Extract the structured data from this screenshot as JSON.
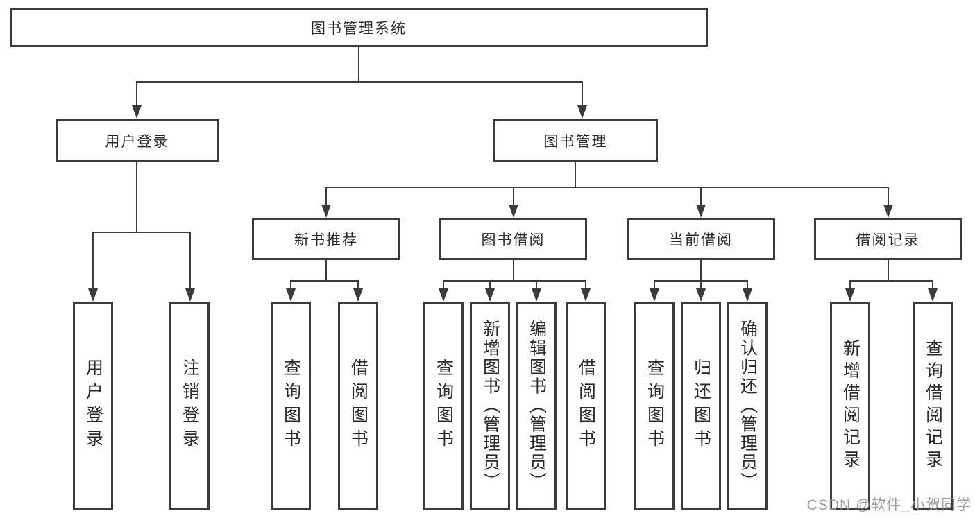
{
  "diagram": {
    "type": "hierarchy-tree",
    "colors": {
      "line": "#3b3b3b",
      "text": "#2a2a2a",
      "background": "#ffffff",
      "watermark": "#949494"
    },
    "tree": {
      "root": {
        "label": "图书管理系统",
        "children": [
          {
            "label": "用户登录",
            "children": [
              {
                "label": "用户登录"
              },
              {
                "label": "注销登录"
              }
            ]
          },
          {
            "label": "图书管理",
            "children": [
              {
                "label": "新书推荐",
                "children": [
                  {
                    "label": "查询图书"
                  },
                  {
                    "label": "借阅图书"
                  }
                ]
              },
              {
                "label": "图书借阅",
                "children": [
                  {
                    "label": "查询图书"
                  },
                  {
                    "label": "新增图书（管理员）"
                  },
                  {
                    "label": "编辑图书（管理员）"
                  },
                  {
                    "label": "借阅图书"
                  }
                ]
              },
              {
                "label": "当前借阅",
                "children": [
                  {
                    "label": "查询图书"
                  },
                  {
                    "label": "归还图书"
                  },
                  {
                    "label": "确认归还（管理员）"
                  }
                ]
              },
              {
                "label": "借阅记录",
                "children": [
                  {
                    "label": "新增借阅记录"
                  },
                  {
                    "label": "查询借阅记录"
                  }
                ]
              }
            ]
          }
        ]
      }
    },
    "watermark": {
      "text": "CSDN @软件_小贺同学"
    }
  }
}
